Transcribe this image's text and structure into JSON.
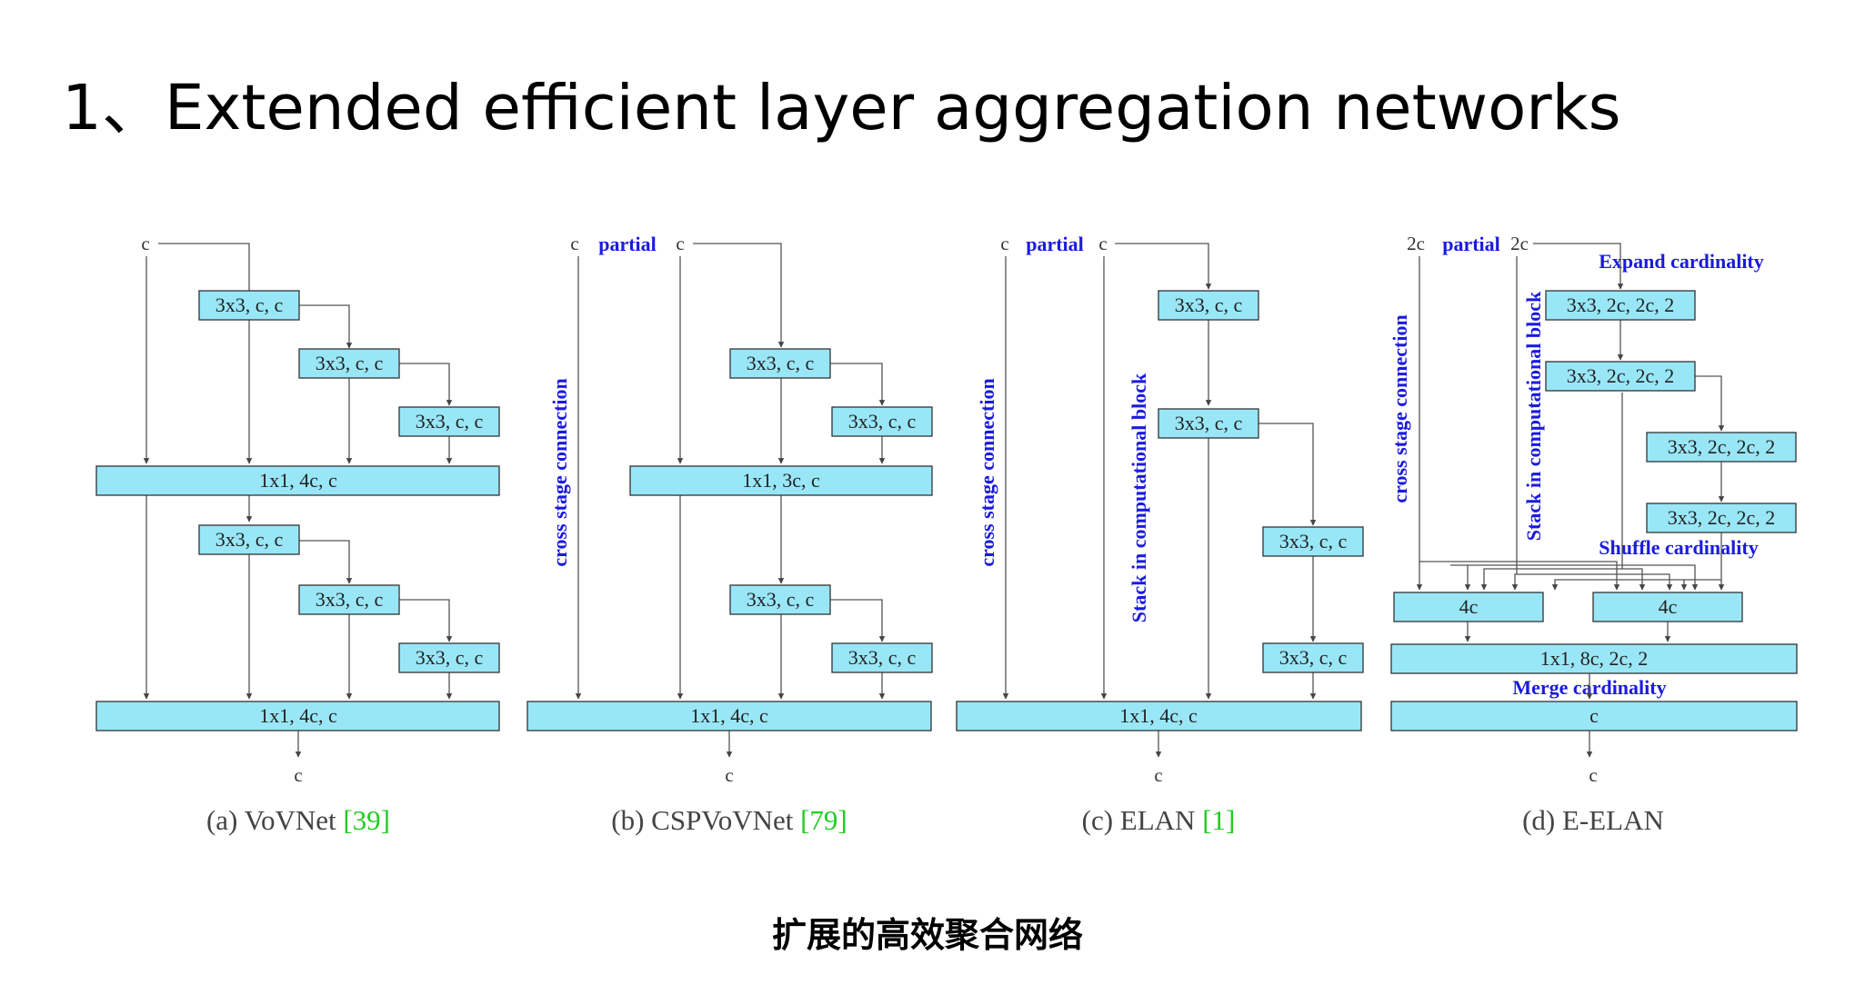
{
  "title": "1、Extended efficient layer aggregation networks",
  "caption": "扩展的高效聚合网络",
  "colors": {
    "block_fill": "#99e6f7",
    "annotation_blue": "#1a1ae0",
    "reference_green": "#22cc22"
  },
  "panels": {
    "a": {
      "input": "c",
      "output": "c",
      "blocks": [
        "3x3, c, c",
        "3x3, c, c",
        "3x3, c, c",
        "1x1, 4c, c",
        "3x3, c, c",
        "3x3, c, c",
        "3x3, c, c",
        "1x1, 4c, c"
      ],
      "sub_label": "(a) VoVNet ",
      "sub_ref": "[39]"
    },
    "b": {
      "input_left": "c",
      "partial": "partial",
      "input_right": "c",
      "output": "c",
      "side_label": "cross stage connection",
      "blocks": [
        "3x3, c, c",
        "3x3, c, c",
        "1x1, 3c, c",
        "3x3, c, c",
        "3x3, c, c",
        "1x1, 4c, c"
      ],
      "sub_label": "(b) CSPVoVNet ",
      "sub_ref": "[79]"
    },
    "c": {
      "input_left": "c",
      "partial": "partial",
      "input_right": "c",
      "output": "c",
      "side_label": "cross stage connection",
      "stack_label": "Stack in computational block",
      "blocks": [
        "3x3, c, c",
        "3x3, c, c",
        "3x3, c, c",
        "3x3, c, c",
        "1x1, 4c, c"
      ],
      "sub_label": "(c) ELAN ",
      "sub_ref": "[1]"
    },
    "d": {
      "input_left": "2c",
      "partial": "partial",
      "input_right": "2c",
      "output": "c",
      "expand_label": "Expand cardinality",
      "side_label": "cross stage connection",
      "stack_label": "Stack in computational block",
      "shuffle_label": "Shuffle cardinality",
      "merge_label": "Merge cardinality",
      "blocks": [
        "3x3, 2c, 2c, 2",
        "3x3, 2c, 2c, 2",
        "3x3, 2c, 2c, 2",
        "3x3, 2c, 2c, 2",
        "4c",
        "4c",
        "1x1, 8c, 2c, 2",
        "c"
      ],
      "sub_label": "(d) E-ELAN"
    }
  }
}
